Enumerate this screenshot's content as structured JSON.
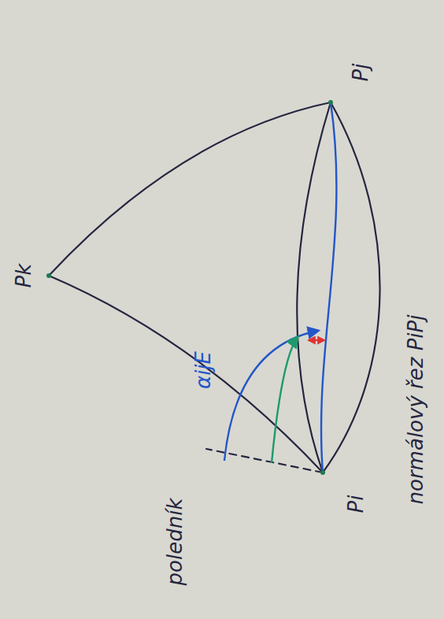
{
  "diagram": {
    "labels": [
      "Pk",
      "Pj",
      "αijE",
      "normálový řez PiPj",
      "poledník",
      "Pi"
    ]
  }
}
